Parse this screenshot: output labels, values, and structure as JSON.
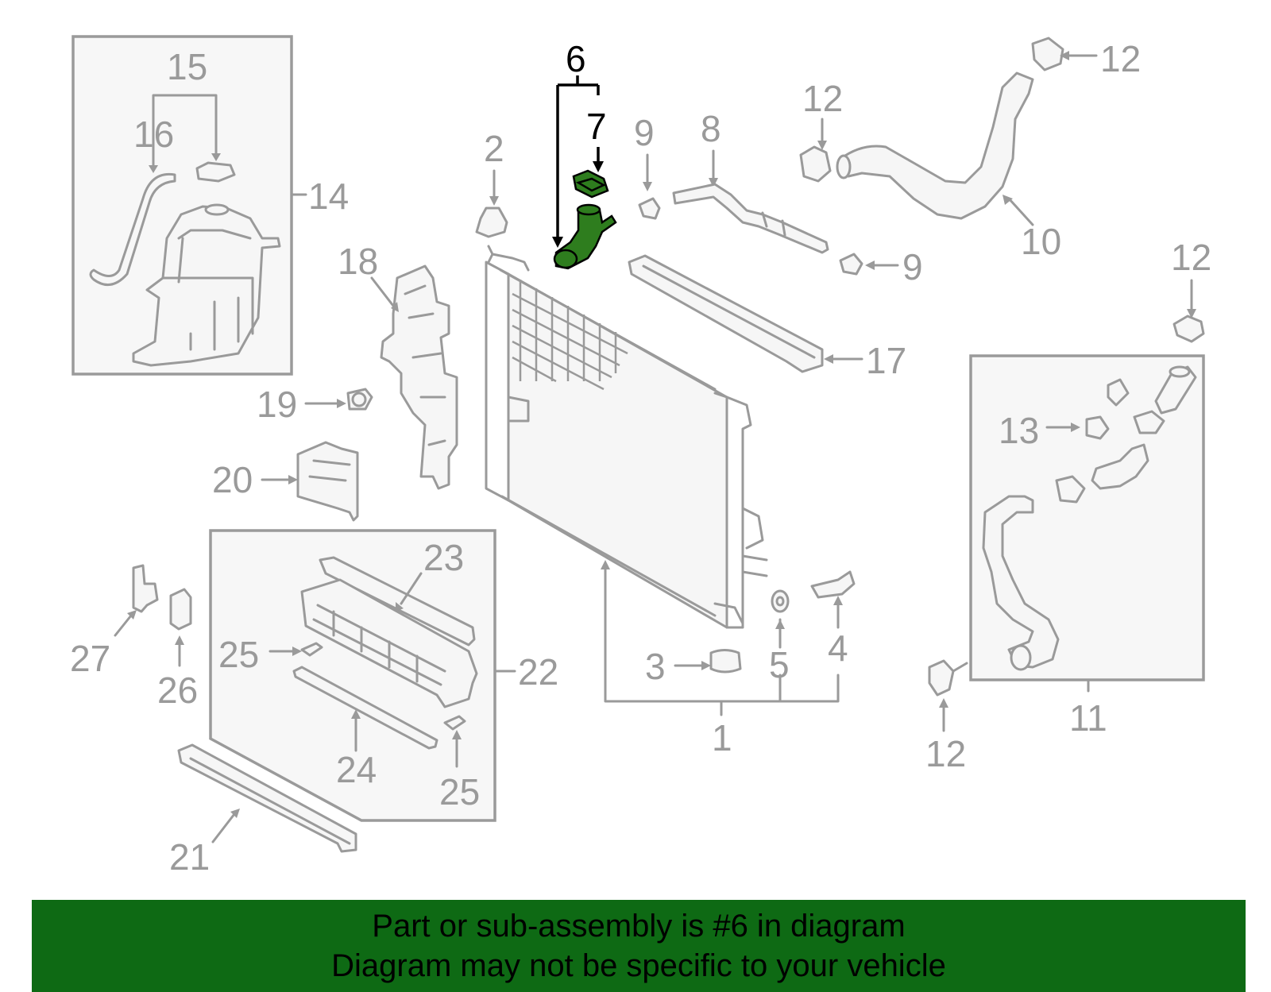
{
  "callouts": {
    "c1": "1",
    "c2": "2",
    "c3": "3",
    "c4": "4",
    "c5": "5",
    "c6": "6",
    "c7": "7",
    "c8": "8",
    "c9a": "9",
    "c9b": "9",
    "c10": "10",
    "c11": "11",
    "c12a": "12",
    "c12b": "12",
    "c12c": "12",
    "c12d": "12",
    "c13": "13",
    "c14": "14",
    "c15": "15",
    "c16": "16",
    "c17": "17",
    "c18": "18",
    "c19": "19",
    "c20": "20",
    "c21": "21",
    "c22": "22",
    "c23": "23",
    "c24": "24",
    "c25a": "25",
    "c25b": "25",
    "c26": "26",
    "c27": "27"
  },
  "banner": {
    "line1": "Part or sub-assembly is #6 in diagram",
    "line2": "Diagram may not be specific to your vehicle"
  },
  "colors": {
    "highlight": "#2e7d1e",
    "banner": "#0e6a14",
    "line": "#9a9a9a"
  }
}
